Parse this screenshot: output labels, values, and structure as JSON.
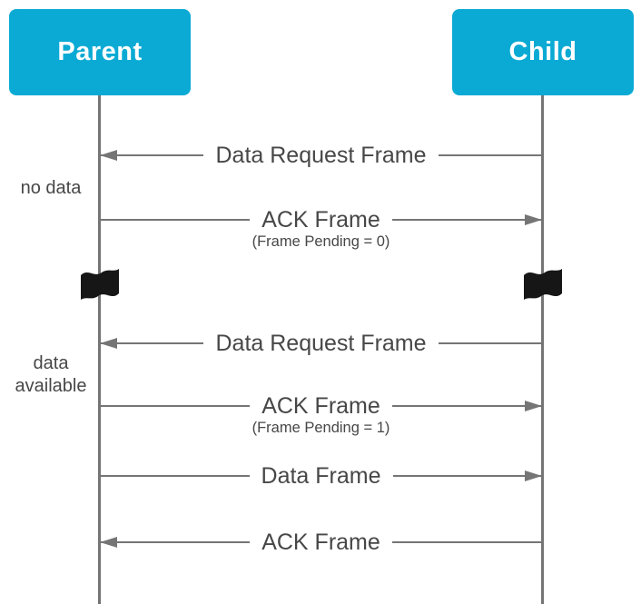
{
  "diagram_type": "sequence-diagram",
  "colors": {
    "accent": "#0aaad4",
    "actor_text": "#ffffff",
    "line": "#757575",
    "text": "#474747",
    "flag": "#161616"
  },
  "icons": {
    "flag": "black-waving-flag (time break marker)",
    "arrowhead": "solid-triangle"
  },
  "actors": [
    {
      "name": "Parent"
    },
    {
      "name": "Child"
    }
  ],
  "messages": [
    {
      "label": "Data Request Frame",
      "sub": "",
      "direction": "left",
      "from": "Child",
      "to": "Parent"
    },
    {
      "label": "ACK Frame",
      "sub": "(Frame Pending = 0)",
      "direction": "right",
      "from": "Parent",
      "to": "Child"
    },
    {
      "label": "Data Request Frame",
      "sub": "",
      "direction": "left",
      "from": "Child",
      "to": "Parent"
    },
    {
      "label": "ACK Frame",
      "sub": "(Frame Pending = 1)",
      "direction": "right",
      "from": "Parent",
      "to": "Child"
    },
    {
      "label": "Data Frame",
      "sub": "",
      "direction": "right",
      "from": "Parent",
      "to": "Child"
    },
    {
      "label": "ACK Frame",
      "sub": "",
      "direction": "left",
      "from": "Child",
      "to": "Parent"
    }
  ],
  "side_notes": [
    {
      "text": "no data"
    },
    {
      "text": "data available"
    }
  ]
}
